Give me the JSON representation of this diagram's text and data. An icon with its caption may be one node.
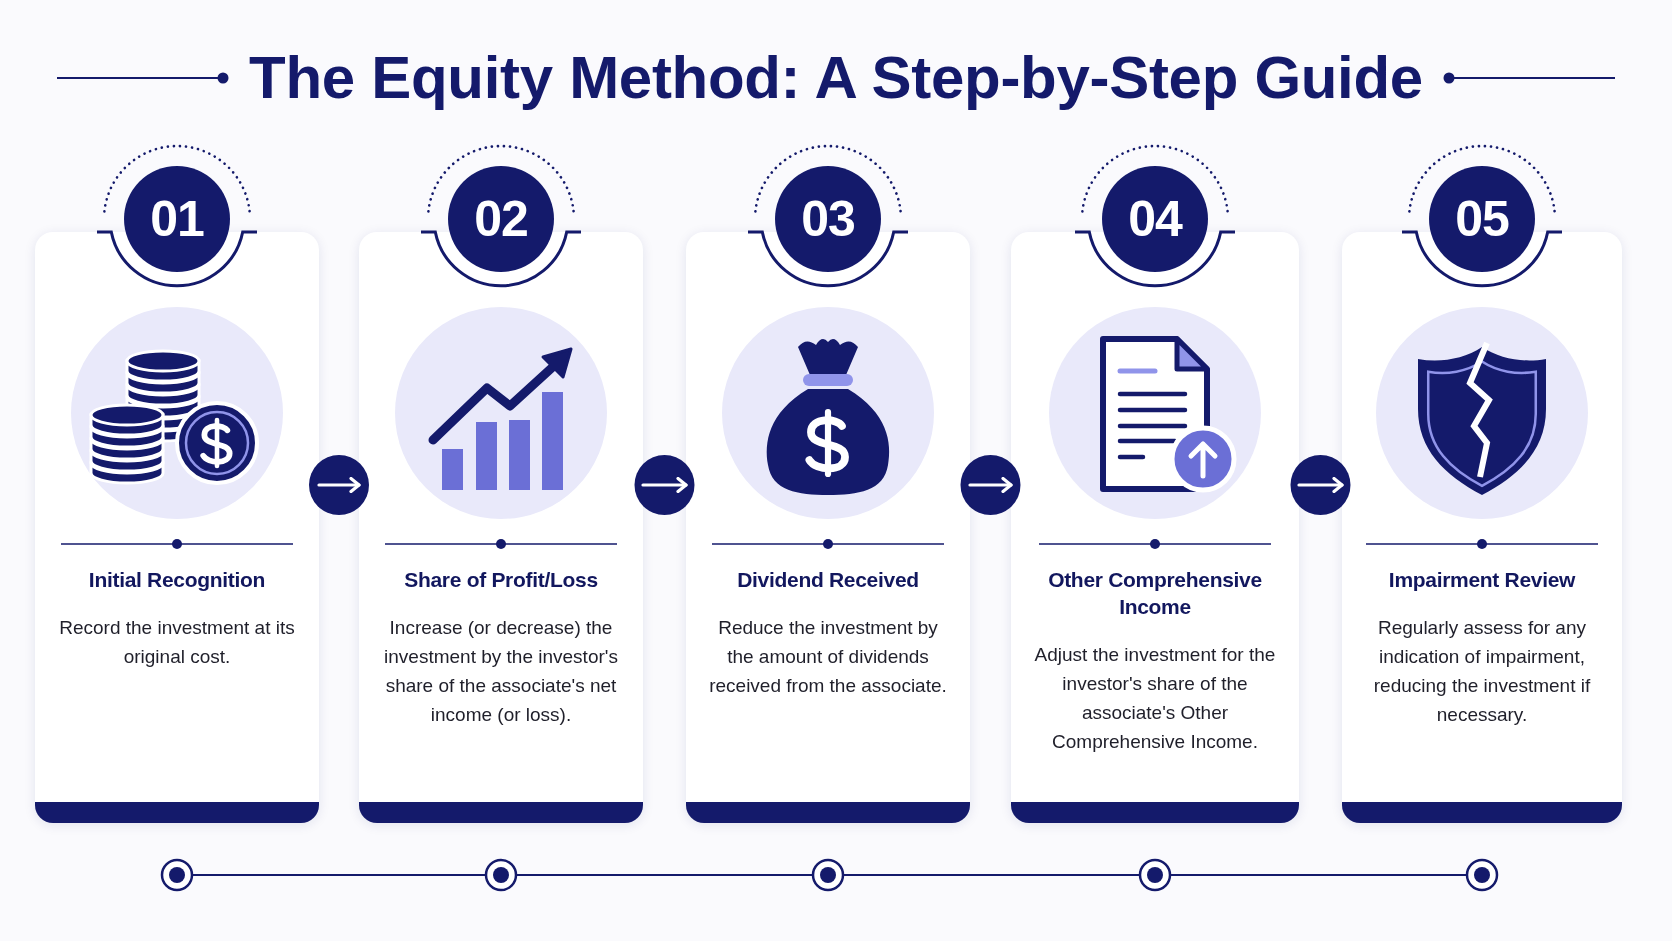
{
  "diagram": {
    "title": "The Equity Method: A Step-by-Step Guide",
    "nodes": [
      {
        "text": [
          "01",
          "Initial Recognition",
          "Record the investment at its original cost."
        ]
      },
      {
        "text": [
          "02",
          "Share of Profit/Loss",
          "Increase (or decrease) the investment by the investor's share of the associate's net income (or loss)."
        ]
      },
      {
        "text": [
          "03",
          "Dividend Received",
          "Reduce the investment by the amount of dividends received from the associate."
        ]
      },
      {
        "text": [
          "04",
          "Other Comprehensive Income",
          "Adjust the investment for the investor's share of the associate's Other Comprehensive Income."
        ]
      },
      {
        "text": [
          "05",
          "Impairment Review",
          "Regularly assess for any indication of impairment, reducing the investment if necessary."
        ]
      }
    ],
    "edges": [
      {
        "from": 0,
        "to": 1,
        "arrow": "to"
      },
      {
        "from": 1,
        "to": 2,
        "arrow": "to"
      },
      {
        "from": 2,
        "to": 3,
        "arrow": "to"
      },
      {
        "from": 3,
        "to": 4,
        "arrow": "to"
      }
    ]
  }
}
